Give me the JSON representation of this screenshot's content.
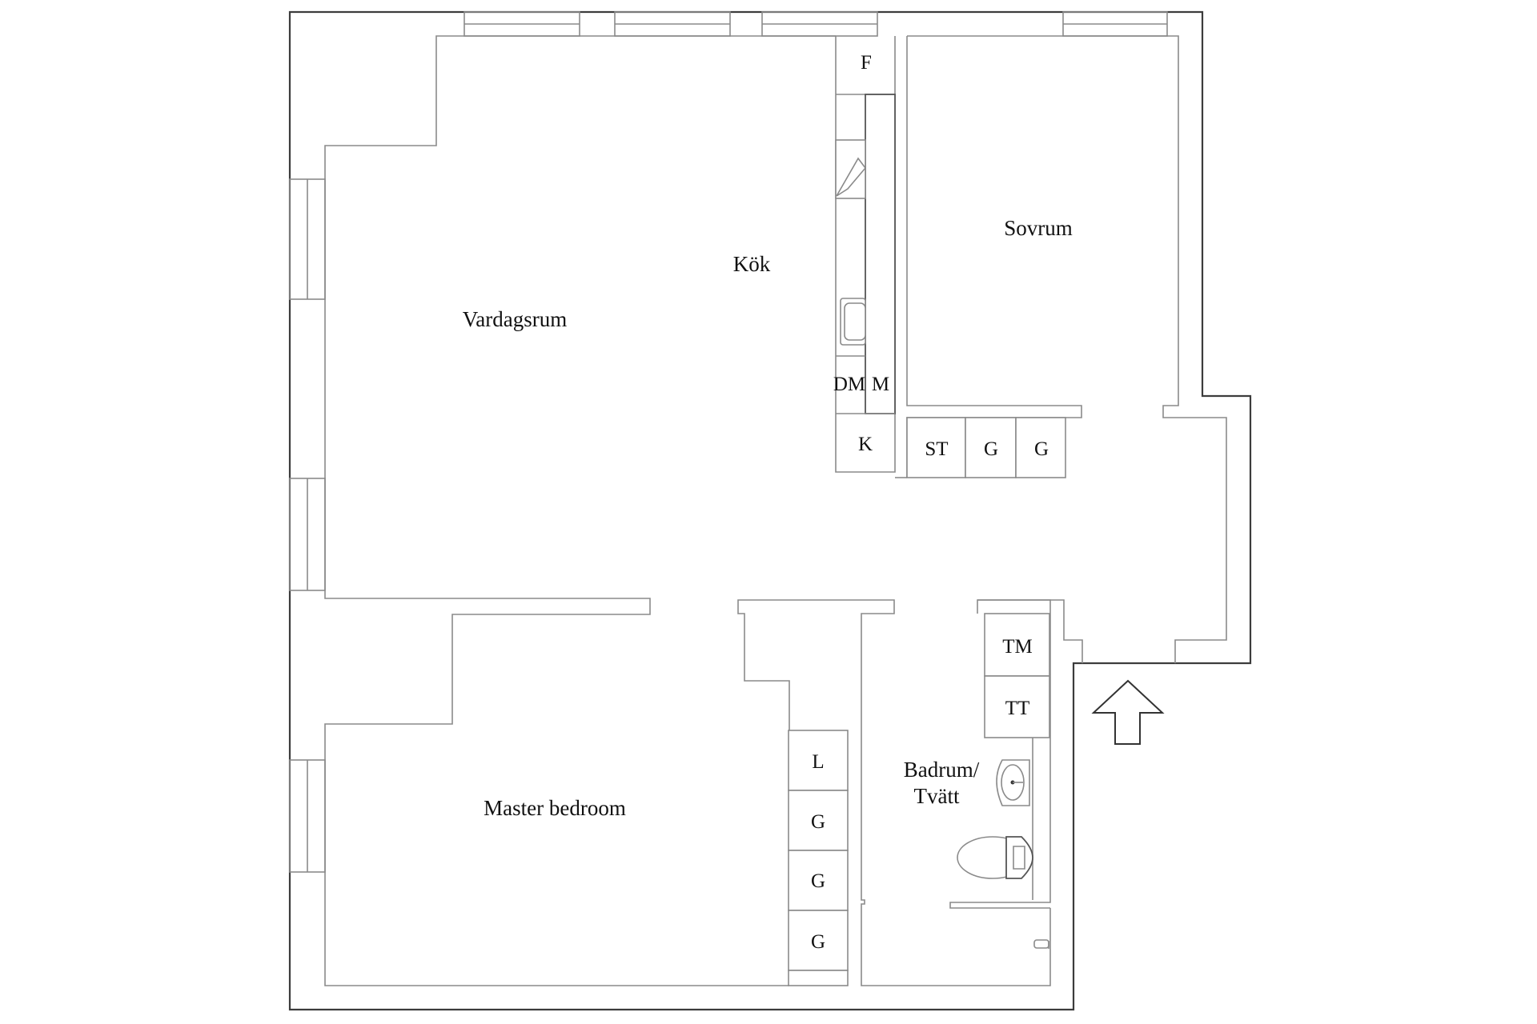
{
  "plan": {
    "rooms": {
      "living": "Vardagsrum",
      "kitchen": "Kök",
      "bedroom": "Sovrum",
      "master": "Master bedroom",
      "bath_line1": "Badrum/",
      "bath_line2": "Tvätt"
    },
    "kitchen_units": {
      "fridge": "F",
      "dishwasher": "DM",
      "microwave": "M",
      "freezer": "K"
    },
    "bedroom_closets": [
      "ST",
      "G",
      "G"
    ],
    "master_closets": [
      "L",
      "G",
      "G",
      "G"
    ],
    "laundry_units": {
      "washer": "TM",
      "dryer": "TT"
    },
    "entrance": {
      "icon": "entrance-arrow-icon"
    },
    "colors": {
      "background": "#ffffff",
      "outer_wall": "#3c3c3c",
      "inner_wall": "#8a8a8a",
      "text": "#111111"
    }
  }
}
